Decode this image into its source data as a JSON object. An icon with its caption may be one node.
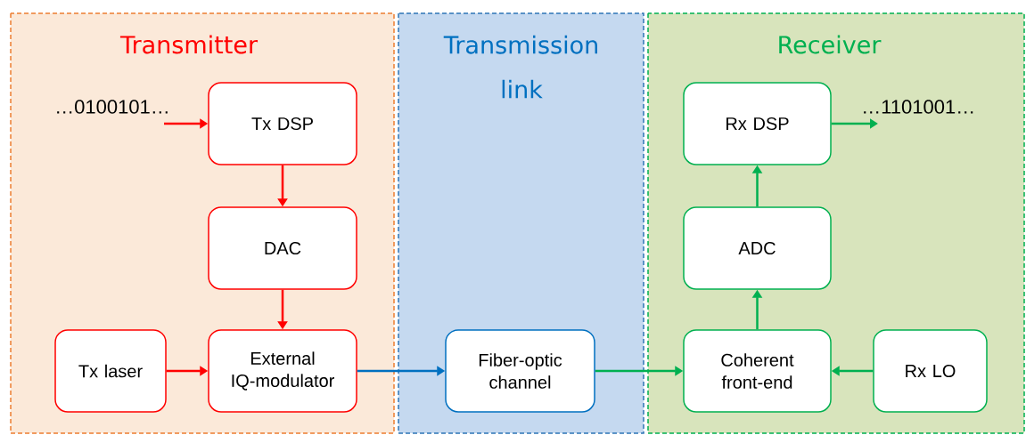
{
  "diagram": {
    "nodes": [
      {
        "text": [
          "Transmitter"
        ]
      },
      {
        "text": [
          "…0100101…"
        ],
        "in": 0
      },
      {
        "text": [
          "Tx DSP"
        ],
        "in": 0
      },
      {
        "text": [
          "DAC"
        ],
        "in": 0
      },
      {
        "text": [
          "Tx laser"
        ],
        "in": 0
      },
      {
        "text": [
          "External IQ-modulator"
        ],
        "in": 0
      },
      {
        "text": [
          "Transmission link"
        ]
      },
      {
        "text": [
          "Fiber-optic channel"
        ],
        "in": 6
      },
      {
        "text": [
          "Receiver"
        ]
      },
      {
        "text": [
          "Rx DSP"
        ],
        "in": 8
      },
      {
        "text": [
          "…1101001…"
        ],
        "in": 8
      },
      {
        "text": [
          "ADC"
        ],
        "in": 8
      },
      {
        "text": [
          "Coherent front-end"
        ],
        "in": 8
      },
      {
        "text": [
          "Rx LO"
        ],
        "in": 8
      }
    ],
    "edges": [
      {
        "from": 1,
        "to": 2,
        "arrow": "to",
        "color": "#ff0000"
      },
      {
        "from": 2,
        "to": 3,
        "arrow": "to",
        "color": "#ff0000"
      },
      {
        "from": 3,
        "to": 5,
        "arrow": "to",
        "color": "#ff0000"
      },
      {
        "from": 4,
        "to": 5,
        "arrow": "to",
        "color": "#ff0000"
      },
      {
        "from": 5,
        "to": 7,
        "arrow": "to",
        "color": "#0070c0"
      },
      {
        "from": 7,
        "to": 12,
        "arrow": "to",
        "color": "#00b050"
      },
      {
        "from": 12,
        "to": 11,
        "arrow": "to",
        "color": "#00b050"
      },
      {
        "from": 11,
        "to": 9,
        "arrow": "to",
        "color": "#00b050"
      },
      {
        "from": 9,
        "to": 10,
        "arrow": "to",
        "color": "#00b050"
      },
      {
        "from": 13,
        "to": 12,
        "arrow": "to",
        "color": "#00b050"
      }
    ]
  }
}
